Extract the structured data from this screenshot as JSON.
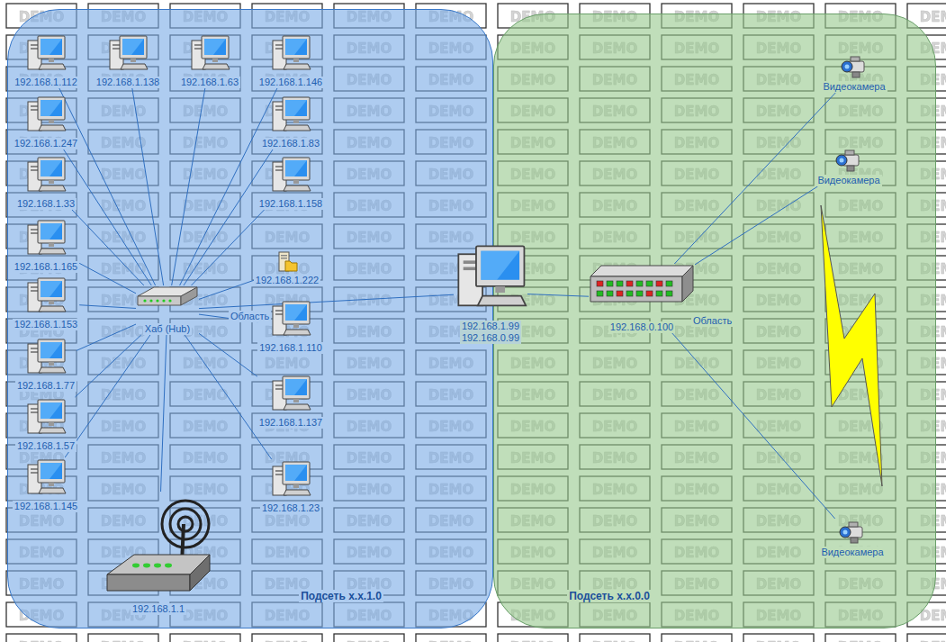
{
  "diagram": {
    "nodes": [
      {
        "text": [
          "Подсеть x.x.1.0"
        ]
      },
      {
        "text": [
          "192.168.1.112"
        ],
        "in": 0
      },
      {
        "text": [
          "192.168.1.138"
        ],
        "in": 0
      },
      {
        "text": [
          "192.168.1.63"
        ],
        "in": 0
      },
      {
        "text": [
          "192.168.1.146"
        ],
        "in": 0
      },
      {
        "text": [
          "192.168.1.247"
        ],
        "in": 0
      },
      {
        "text": [
          "192.168.1.83"
        ],
        "in": 0
      },
      {
        "text": [
          "192.168.1.33"
        ],
        "in": 0
      },
      {
        "text": [
          "192.168.1.158"
        ],
        "in": 0
      },
      {
        "text": [
          "192.168.1.165"
        ],
        "in": 0
      },
      {
        "text": [
          "192.168.1.222"
        ],
        "in": 0
      },
      {
        "text": [
          "Хаб (Hub)"
        ],
        "in": 0
      },
      {
        "text": [
          "192.168.1.153"
        ],
        "in": 0
      },
      {
        "text": [
          "192.168.1.110"
        ],
        "in": 0
      },
      {
        "text": [
          "192.168.1.77"
        ],
        "in": 0
      },
      {
        "text": [
          "192.168.1.137"
        ],
        "in": 0
      },
      {
        "text": [
          "192.168.1.57"
        ],
        "in": 0
      },
      {
        "text": [
          "192.168.1.145"
        ],
        "in": 0
      },
      {
        "text": [
          "192.168.1.23"
        ],
        "in": 0
      },
      {
        "text": [
          "192.168.1.1"
        ],
        "in": 0
      },
      {
        "text": [
          "192.168.1.99",
          "192.168.0.99"
        ]
      },
      {
        "text": [
          "Подсеть x.x.0.0"
        ]
      },
      {
        "text": [
          "192.168.0.100"
        ],
        "in": 21
      },
      {
        "text": [
          "Видеокамера"
        ],
        "in": 21
      },
      {
        "text": [
          "Видеокамера"
        ],
        "in": 21
      },
      {
        "text": [
          "Видеокамера"
        ],
        "in": 21
      }
    ],
    "edges": [
      {
        "from": 11,
        "to": 1,
        "arrow": "none"
      },
      {
        "from": 11,
        "to": 2,
        "arrow": "none"
      },
      {
        "from": 11,
        "to": 3,
        "arrow": "none"
      },
      {
        "from": 11,
        "to": 4,
        "arrow": "none"
      },
      {
        "from": 11,
        "to": 5,
        "arrow": "none"
      },
      {
        "from": 11,
        "to": 6,
        "arrow": "none"
      },
      {
        "from": 11,
        "to": 7,
        "arrow": "none"
      },
      {
        "from": 11,
        "to": 8,
        "arrow": "none"
      },
      {
        "from": 11,
        "to": 9,
        "arrow": "none"
      },
      {
        "from": 11,
        "to": 10,
        "arrow": "none"
      },
      {
        "from": 11,
        "to": 12,
        "arrow": "none"
      },
      {
        "from": 11,
        "to": 13,
        "arrow": "none"
      },
      {
        "from": 11,
        "to": 14,
        "arrow": "none"
      },
      {
        "from": 11,
        "to": 15,
        "arrow": "none"
      },
      {
        "from": 11,
        "to": 16,
        "arrow": "none"
      },
      {
        "from": 11,
        "to": 17,
        "arrow": "none"
      },
      {
        "from": 11,
        "to": 18,
        "arrow": "none"
      },
      {
        "from": 11,
        "to": 19,
        "arrow": "none"
      },
      {
        "from": 11,
        "to": 20,
        "arrow": "none"
      },
      {
        "from": 20,
        "to": 22,
        "arrow": "none"
      },
      {
        "from": 22,
        "to": 23,
        "arrow": "none"
      },
      {
        "from": 22,
        "to": 24,
        "arrow": "none"
      },
      {
        "from": 22,
        "to": 25,
        "arrow": "none"
      }
    ],
    "labels": [
      "Область",
      "Область",
      "DEMO"
    ]
  }
}
